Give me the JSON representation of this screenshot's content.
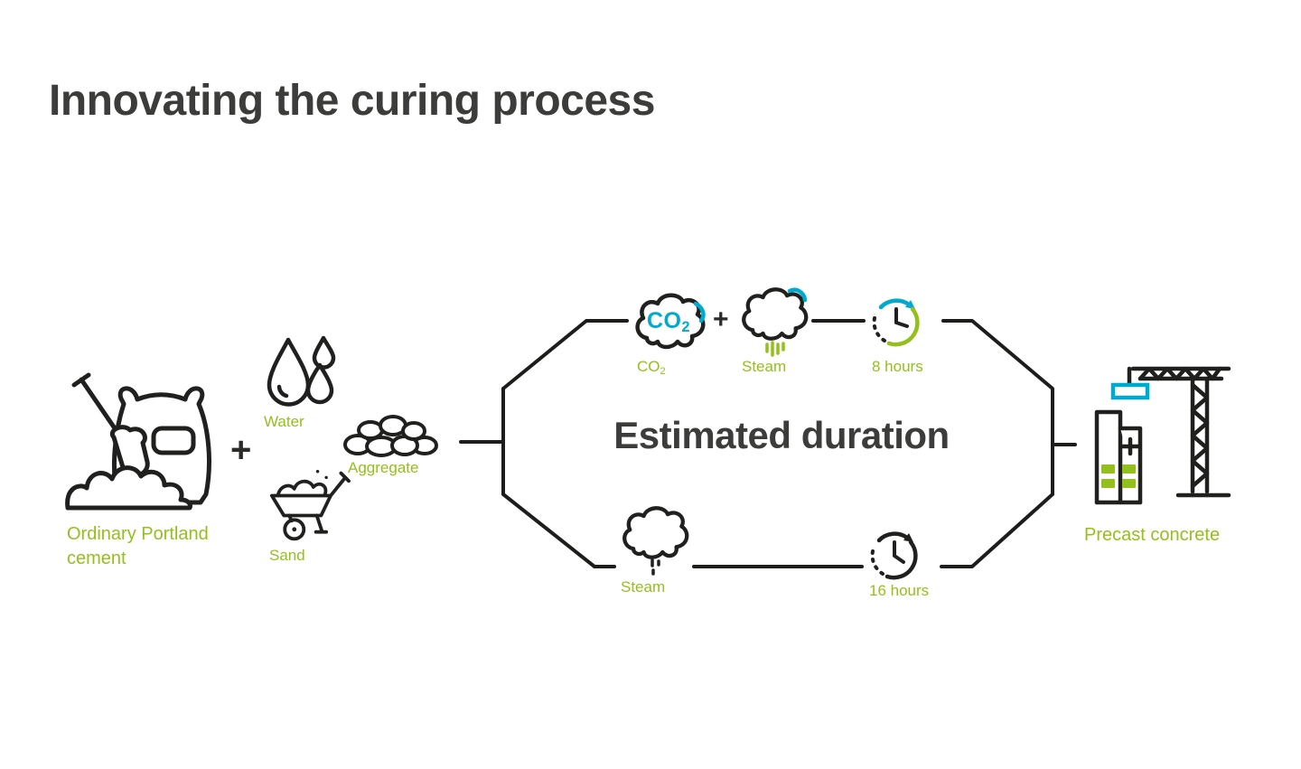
{
  "title": "Innovating the curing process",
  "colors": {
    "green": "#93c01a",
    "teal": "#00a9ce",
    "dark": "#1d1d1b",
    "title_gray": "#3c3c3b"
  },
  "inputs": {
    "cement_label": "Ordinary Portland cement",
    "plus": "+",
    "water_label": "Water",
    "aggregate_label": "Aggregate",
    "sand_label": "Sand"
  },
  "process": {
    "center_label": "Estimated duration",
    "top_path": {
      "co2_icon_main": "CO",
      "co2_icon_sub": "2",
      "co2_label_main": "CO",
      "co2_label_sub": "2",
      "plus": "+",
      "steam_label": "Steam",
      "duration_label": "8 hours"
    },
    "bottom_path": {
      "steam_label": "Steam",
      "duration_label": "16 hours"
    }
  },
  "output": {
    "label": "Precast concrete"
  }
}
